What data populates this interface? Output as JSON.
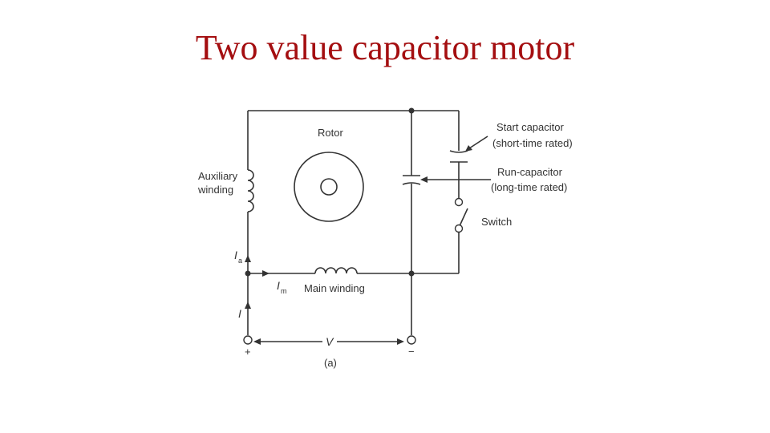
{
  "title": "Two value capacitor motor",
  "diagram": {
    "rotor_label": "Rotor",
    "aux_winding_label_1": "Auxiliary",
    "aux_winding_label_2": "winding",
    "start_cap_label_1": "Start capacitor",
    "start_cap_label_2": "(short-time rated)",
    "run_cap_label_1": "Run-capacitor",
    "run_cap_label_2": "(long-time rated)",
    "switch_label": "Switch",
    "main_winding_label": "Main winding",
    "current_aux": "I",
    "current_aux_sub": "a",
    "current_main": "I",
    "current_main_sub": "m",
    "current_total": "I",
    "voltage_label": "V",
    "plus_sign": "+",
    "minus_sign": "−",
    "caption": "(a)"
  }
}
